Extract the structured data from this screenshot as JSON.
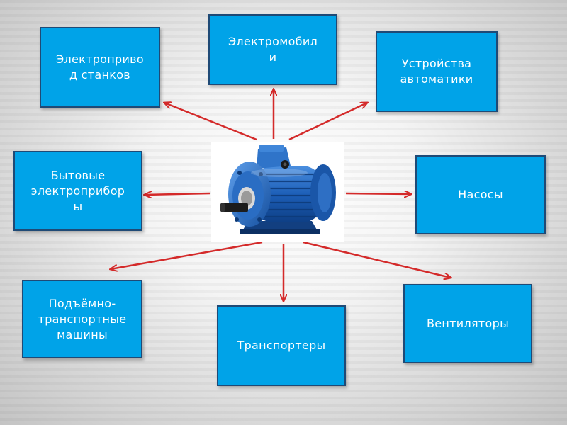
{
  "center_label": "",
  "nodes": {
    "machine_drive": "Электроприво\nд станков",
    "electric_cars": "Электромобил\nи",
    "automation": "Устройства\nавтоматики",
    "household": "Бытовые\nэлектроприбор\nы",
    "pumps": "Насосы",
    "lifting": "Подъёмно-\nтранспортные\nмашины",
    "conveyors": "Транспортеры",
    "fans": "Вентиляторы"
  },
  "colors": {
    "box_fill": "#00a3e8",
    "box_border": "#1f4a76",
    "arrow": "#d42a2a",
    "motor_body": "#1d5fb8"
  },
  "center_image": "electric-motor-photo"
}
